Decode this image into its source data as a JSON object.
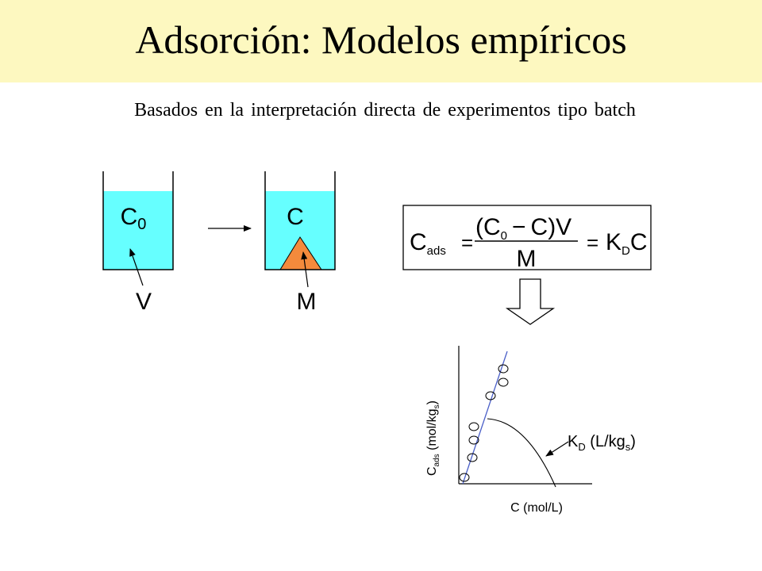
{
  "slide": {
    "title": "Adsorción: Modelos empíricos",
    "subtitle": "Basados en la interpretación directa de experimentos tipo batch"
  },
  "beakers": {
    "initial": {
      "label_main": "C",
      "label_sub": "0",
      "volume_label": "V"
    },
    "final": {
      "label_main": "C",
      "mass_label": "M"
    }
  },
  "equation": {
    "lhs_main": "C",
    "lhs_sub": "ads",
    "eq1": "=",
    "num_open": "(C",
    "num_sub": "0",
    "num_minus": "−",
    "num_rest": "C)V",
    "denominator": "M",
    "eq2": "=",
    "rhs_main": "K",
    "rhs_sub": "D",
    "rhs_tail": "C"
  },
  "plot": {
    "ylabel_main": "C",
    "ylabel_sub": "ads",
    "ylabel_mid": " (mol/kg",
    "ylabel_sub2": "s",
    "ylabel_end": ")",
    "xlabel": "C (mol/L)",
    "kd_main": "K",
    "kd_sub": "D",
    "kd_mid": " (L/kg",
    "kd_sub2": "s",
    "kd_end": ")"
  },
  "colors": {
    "water": "#66ffff",
    "solid": "#f48a3c",
    "title_band": "#fdf8c0",
    "fit_line": "#4a5fc8"
  }
}
